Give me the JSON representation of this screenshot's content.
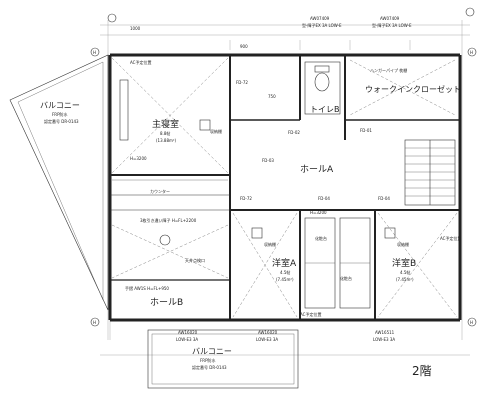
{
  "floor_label": "2階",
  "rooms": {
    "master_bedroom": {
      "name": "主寝室",
      "size": "8.8帖",
      "area": "(13.88m²)"
    },
    "western_a": {
      "name": "洋室A",
      "size": "4.5帖",
      "area": "(7.45m²)"
    },
    "western_b": {
      "name": "洋室B",
      "size": "4.5帖",
      "area": "(7.45m²)"
    },
    "toilet": {
      "name": "トイレB"
    },
    "walk_in": {
      "name": "ウォークインクローゼット"
    },
    "hall_a": {
      "name": "ホールA"
    },
    "hall_b": {
      "name": "ホールB"
    },
    "balcony_west": {
      "name": "バルコニー",
      "spec1": "FRP防水",
      "spec2": "認定番号 DR-0143"
    },
    "balcony_south": {
      "name": "バルコニー",
      "spec1": "FRP防水",
      "spec2": "認定番号 DR-0143"
    }
  },
  "annotations": {
    "ac_top": "AC予定位置",
    "ac_bottom": "AC予定位置",
    "ac_right": "AC予定位置",
    "storage_top": "収納棚",
    "storage_a": "収納棚",
    "storage_b": "収納棚",
    "counter": "カウンター",
    "shelf_row": "ハンガーパイプ 枕棚",
    "folding_ladder": "3枚引き違い障子 H=FL+2200",
    "attic": "天井点検口",
    "handrail": "手摺 AW1S H=FL+950",
    "closet_a": "化粧台",
    "closet_b": "化粧台",
    "fd_01": "FD-01",
    "fd_02": "FD-02",
    "fd_03": "FD-03",
    "fd_04a": "FD-04",
    "fd_04b": "FD-04",
    "fd_72a": "FD-72",
    "fd_72b": "FD-72",
    "h_3200": "H=3200",
    "h_3200b": "H=3200",
    "w_750": "750",
    "w_900": "900",
    "w_1000": "1000"
  },
  "windows": {
    "top_left": "AW07409",
    "top_left_spec": "型-障子EX 3A LOW-E",
    "top_right": "AW07409",
    "top_right_spec": "型-障子EX 3A LOW-E",
    "bottom_left": "AW16020",
    "bottom_left_spec": "LOW-E3 3A",
    "bottom_mid": "AW16020",
    "bottom_mid_spec": "LOW-E3 3A",
    "bottom_right": "AW16511",
    "bottom_right_spec": "LOW-E3 3A"
  },
  "grid_marks": {
    "h1": "H",
    "h2": "H",
    "h3": "H",
    "h4": "H"
  }
}
